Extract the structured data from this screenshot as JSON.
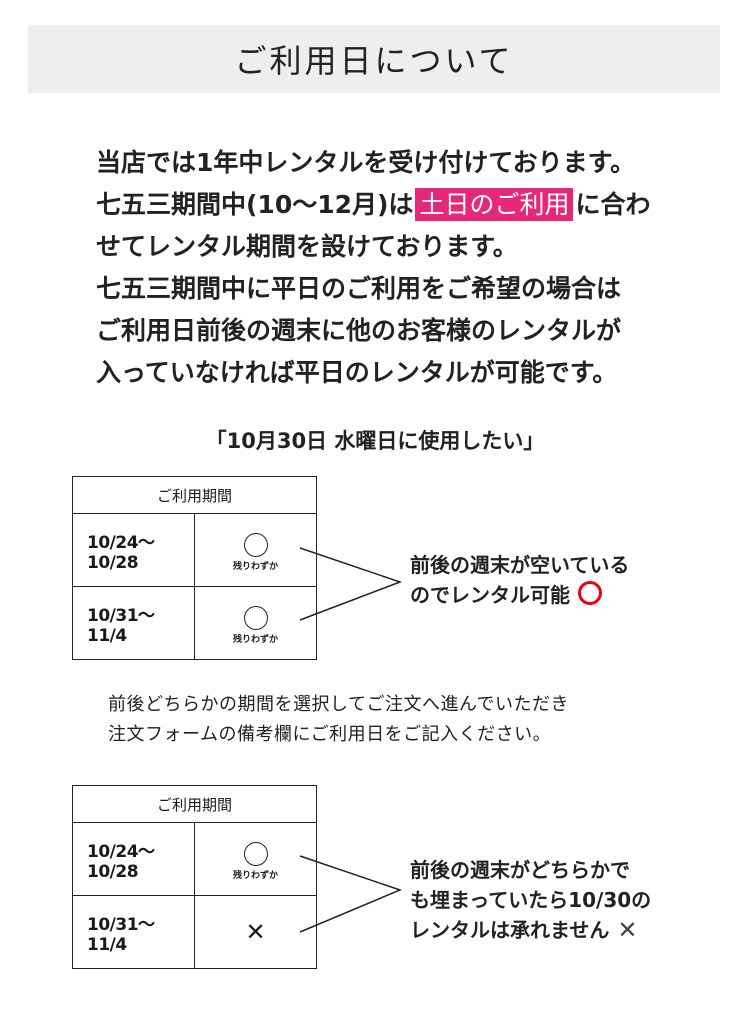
{
  "header": {
    "title": "ご利用日について"
  },
  "intro": {
    "line1": "当店では1年中レンタルを受け付けております。",
    "line2_pre": "七五三期間中(10〜12月)は",
    "line2_highlight": "土日のご利用",
    "line2_post": "に合わ",
    "line3": "せてレンタル期間を設けております。",
    "line4": "七五三期間中に平日のご利用をご希望の場合は",
    "line5": "ご利用日前後の週末に他のお客様のレンタルが",
    "line6": "入っていなければ平日のレンタルが可能です。"
  },
  "example": {
    "title": "「10月30日 水曜日に使用したい」"
  },
  "table1": {
    "header": "ご利用期間",
    "rows": [
      {
        "period": "10/24〜10/28",
        "status_label": "残りわずか"
      },
      {
        "period": "10/31〜11/4",
        "status_label": "残りわずか"
      }
    ]
  },
  "note1": {
    "line1": "前後の週末が空いている",
    "line2": "のでレンタル可能"
  },
  "instruction": {
    "line1": "前後どちらかの期間を選択してご注文へ進んでいただき",
    "line2": "注文フォームの備考欄にご利用日をご記入ください。"
  },
  "table2": {
    "header": "ご利用期間",
    "rows": [
      {
        "period": "10/24〜10/28",
        "status_label": "残りわずか"
      },
      {
        "period": "10/31〜11/4",
        "status_mark": "✕"
      }
    ]
  },
  "note2": {
    "line1": "前後の週末がどちらかで",
    "line2": "も埋まっていたら10/30の",
    "line3": "レンタルは承れません",
    "mark": "✕"
  },
  "colors": {
    "highlight": "#e6287a",
    "ok_mark": "#e60012",
    "header_bg": "#eeeeee"
  }
}
